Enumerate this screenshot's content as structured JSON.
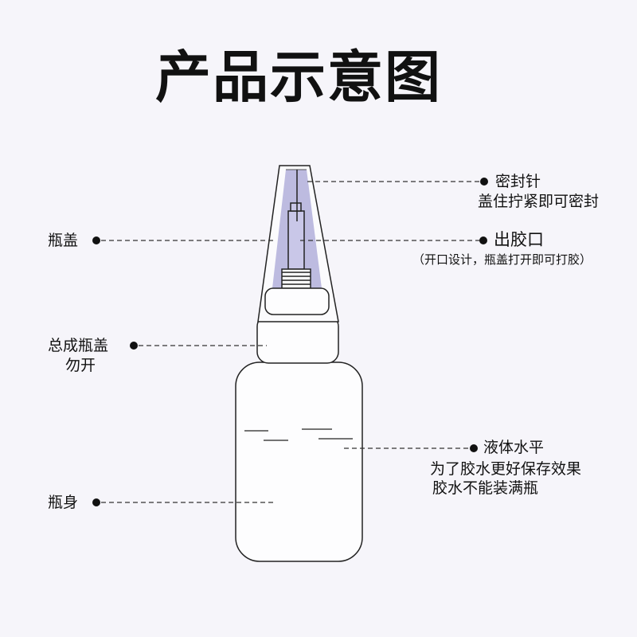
{
  "title": "产品示意图",
  "labels": {
    "seal_needle": {
      "title": "密封针",
      "desc": "盖住拧紧即可密封"
    },
    "outlet": {
      "title": "出胶口",
      "desc": "（开口设计，瓶盖打开即可打胶）"
    },
    "cap": {
      "title": "瓶盖"
    },
    "assembly_cap": {
      "line1": "总成瓶盖",
      "line2": "勿开"
    },
    "liquid_level": {
      "title": "液体水平",
      "desc1": "为了胶水更好保存效果",
      "desc2": "胶水不能装满瓶"
    },
    "body": {
      "title": "瓶身"
    }
  },
  "colors": {
    "background": "#f6f5fa",
    "cap_fill": "#bdbbe0",
    "line": "#222222"
  }
}
